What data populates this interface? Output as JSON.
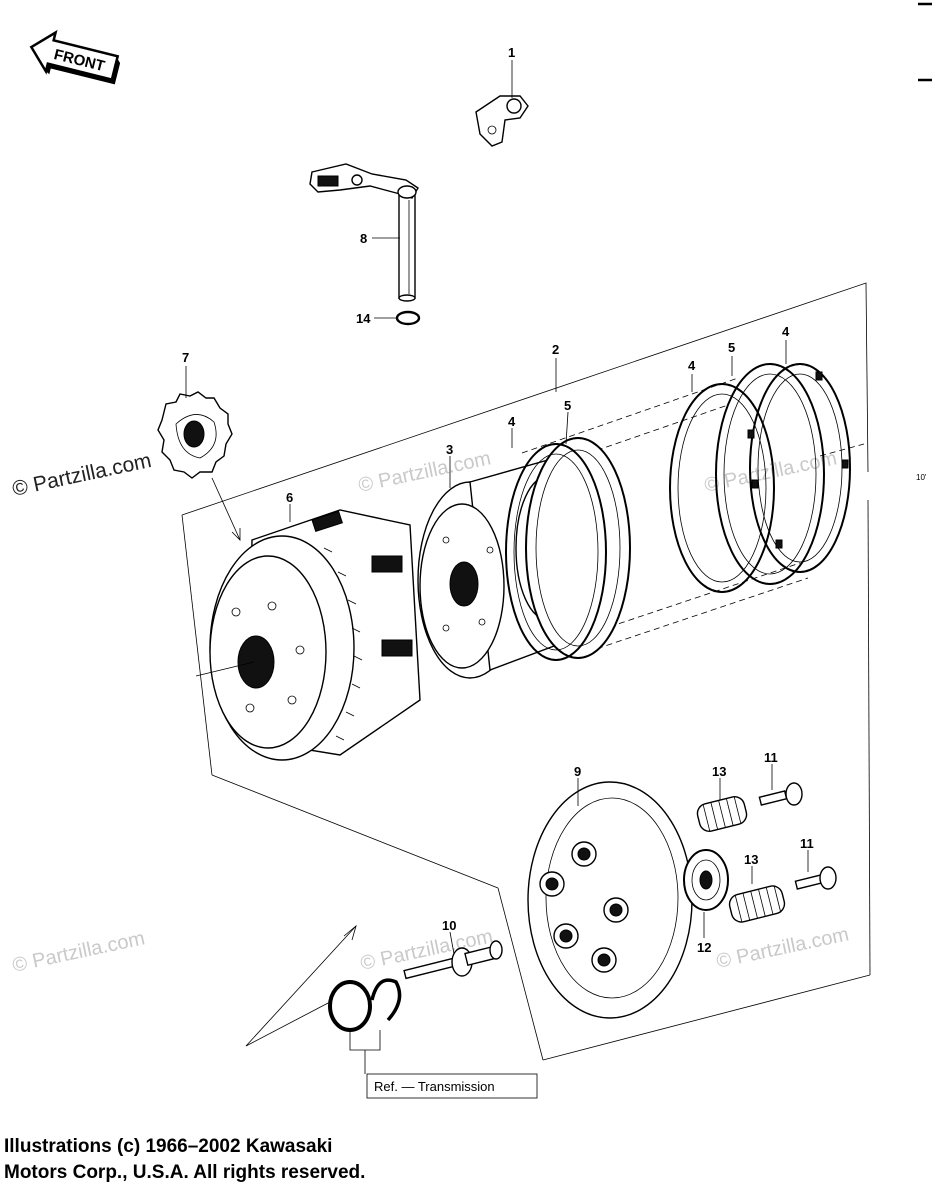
{
  "front_label": "FRONT",
  "watermark": "© Partzilla.com",
  "ref_label": "Ref. — Transmission",
  "edge_number": "10'",
  "copyright": {
    "line1": "Illustrations (c) 1966–2002 Kawasaki",
    "line2": "Motors Corp., U.S.A.  All rights reserved."
  },
  "callouts": {
    "c1": "1",
    "c2": "2",
    "c3": "3",
    "c4a": "4",
    "c4b": "4",
    "c4c": "4",
    "c5a": "5",
    "c5b": "5",
    "c6": "6",
    "c7": "7",
    "c8": "8",
    "c9": "9",
    "c10": "10",
    "c11a": "11",
    "c11b": "11",
    "c12": "12",
    "c13a": "13",
    "c13b": "13",
    "c14": "14"
  }
}
